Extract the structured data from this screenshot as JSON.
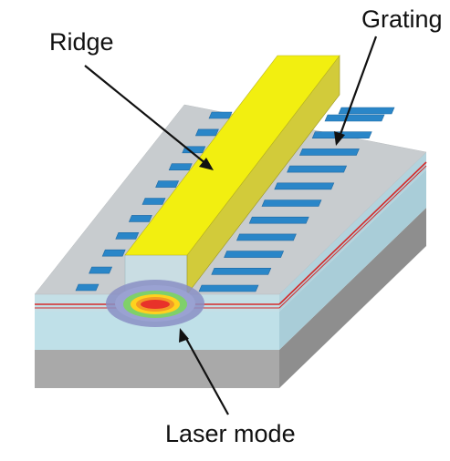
{
  "labels": {
    "ridge": "Ridge",
    "grating": "Grating",
    "laser_mode": "Laser mode"
  },
  "colors": {
    "ridge_top": "#f2ef10",
    "ridge_side": "#d2cb3a",
    "ridge_front": "#c9dde3",
    "grating_bar": "#2a86c8",
    "top_surface": "#c8cccf",
    "upper_layer_front": "#c4dfe6",
    "upper_layer_side": "#b3d3dd",
    "lower_layer_front": "#bfe0e8",
    "lower_layer_side": "#a9cdd8",
    "substrate_front": "#a9a9a9",
    "substrate_side": "#8e8e8e",
    "active_layer_line": "#d42a2a",
    "mode_outer": "#7a80b8",
    "mode_mid": "#7fd06a",
    "mode_core": "#ffd21e",
    "mode_hot": "#e8322a"
  },
  "icons": {
    "arrow": "arrow-icon"
  }
}
